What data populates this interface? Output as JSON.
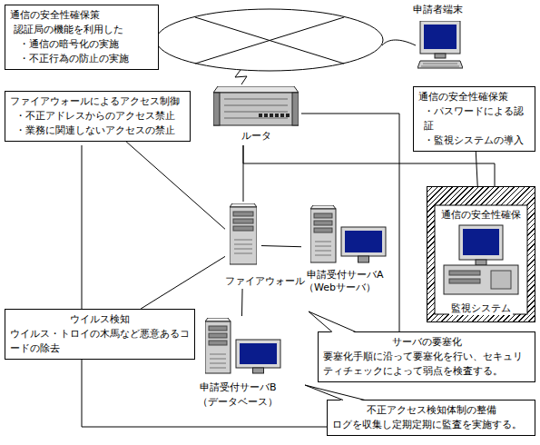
{
  "diagram": {
    "nodes": [
      {
        "text": [
          "通信の安全性確保策",
          "認証局の機能を利用した",
          "・通信の暗号化の実施",
          "・不正行為の防止の実施"
        ]
      },
      {
        "text": [
          "申請者端末"
        ]
      },
      {
        "text": [
          "ファイアウォールによるアクセス制御",
          "・不正アドレスからのアクセス禁止",
          "・業務に関連しないアクセスの禁止"
        ]
      },
      {
        "text": [
          "ルータ"
        ]
      },
      {
        "text": [
          "通信の安全性確保策",
          "・パスワードによる認証",
          "・監視システムの導入"
        ]
      },
      {
        "text": [
          "通信の安全性確保",
          "監視システム"
        ]
      },
      {
        "text": [
          "ファイアウォール"
        ]
      },
      {
        "text": [
          "申請受付サーバA",
          "（Webサーバ）"
        ]
      },
      {
        "text": [
          "ウイルス検知",
          "ウイルス・トロイの木馬など悪意あるコードの除去"
        ]
      },
      {
        "text": [
          "申請受付サーバB",
          "（データベース）"
        ]
      },
      {
        "text": [
          "サーバの要塞化",
          "要塞化手順に沿って要塞化を行い、セキュリティチェックによって弱点を検査する。"
        ]
      },
      {
        "text": [
          "不正アクセス検知体制の整備",
          "ログを収集し定期定期に監査を実施する。"
        ]
      }
    ],
    "edges": [
      {
        "from": 3,
        "to": 6,
        "arrow": "none"
      },
      {
        "from": 3,
        "to": 5,
        "arrow": "none"
      },
      {
        "from": 6,
        "to": 7,
        "arrow": "none"
      },
      {
        "from": 6,
        "to": 9,
        "arrow": "none"
      },
      {
        "from": 2,
        "to": 6,
        "arrow": "none"
      },
      {
        "from": 8,
        "to": 6,
        "arrow": "none"
      },
      {
        "from": 4,
        "to": 5,
        "arrow": "none"
      }
    ]
  }
}
